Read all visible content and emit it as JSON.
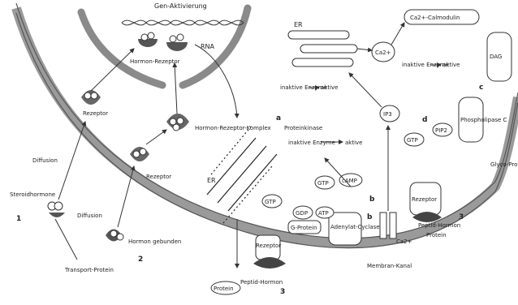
{
  "diagram": {
    "top_dna_label": "Gen-Aktivierung",
    "rna_label": "RNA",
    "er_left": "ER",
    "er_top": "ER",
    "calcium_calmodulin": "Ca2+-Calmodulin",
    "inactive_enzyme_top": "inaktive Enzyme",
    "active_top": "aktive",
    "receptor_nuc_left": "Rezeptor",
    "hormone_receptor_nuc": "Hormon-Rezeptor",
    "hormone_receptor_complex": "Hormon-Rezeptor-Komplex",
    "receptor_mid": "Rezeptor",
    "diffusion_top": "Diffusion",
    "diffusion_mid": "Diffusion",
    "steroid_hormones": "Steroidhormone",
    "label_1": "1",
    "label_2": "2",
    "label_3a": "3",
    "label_3b": "3",
    "label_a": "a",
    "label_b": "b",
    "label_c": "c",
    "label_d": "d",
    "carrier": "Transport-Protein",
    "bound_hormone": "Hormon gebunden",
    "peptide_hormone_left": "Peptid-Hormon",
    "protein_left": "Protein",
    "receptor_left": "Rezeptor",
    "gdp": "GDP",
    "gtp_a": "GTP",
    "gtp_b": "GTP",
    "gtp_c": "GTP",
    "camp": "cAMP",
    "atp": "ATP",
    "gp": "G-Protein",
    "adenylate_cyclase": "Adenylat-Cyclase",
    "protein_kinase": "Proteinkinase",
    "inactive_enzyme_mid": "inaktive Enzyme",
    "active_mid": "aktive",
    "ip3": "IP3",
    "ca": "Ca2+",
    "membrane_channel": "Membran-Kanal",
    "receptor_right": "Rezeptor",
    "peptide_hormone_right": "Peptid-Hormon",
    "protein_right": "Protein",
    "pip2": "PIP2",
    "phospholipase": "Phospholipase C",
    "dag": "DAG",
    "glyco": "Glyco-Protein"
  }
}
